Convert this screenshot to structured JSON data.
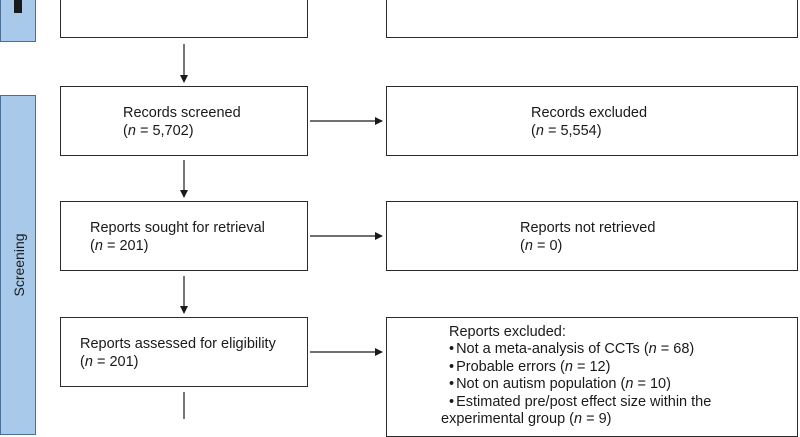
{
  "sections": {
    "screening": "Screening"
  },
  "boxes": {
    "records_screened": {
      "title": "Records screened",
      "n_prefix": "n",
      "n_value": " = 5,702"
    },
    "records_excluded": {
      "title": "Records excluded",
      "n_prefix": "n",
      "n_value": " = 5,554"
    },
    "reports_sought": {
      "title": "Reports sought for retrieval",
      "n_prefix": "n",
      "n_value": " = 201"
    },
    "reports_not_retrieved": {
      "title": "Reports not retrieved",
      "n_prefix": "n",
      "n_value": " = 0"
    },
    "reports_assessed": {
      "title": "Reports assessed for eligibility",
      "n_prefix": "n",
      "n_value": " = 201"
    },
    "reports_excluded": {
      "title": "Reports excluded:",
      "reasons": [
        {
          "text": "Not a meta-analysis of CCTs (",
          "n": "n",
          "value": " = 68)"
        },
        {
          "text": "Probable errors (",
          "n": "n",
          "value": " = 12)"
        },
        {
          "text": "Not on autism population (",
          "n": "n",
          "value": " = 10)"
        },
        {
          "text": "Estimated pre/post effect size within the",
          "n": "",
          "value": ""
        },
        {
          "text": "experimental group (",
          "n": "n",
          "value": " = 9)"
        }
      ]
    }
  },
  "colors": {
    "side_tab_fill": "#a9c9ea",
    "side_tab_border": "#4a6f95",
    "box_border": "#2a2a2a"
  }
}
